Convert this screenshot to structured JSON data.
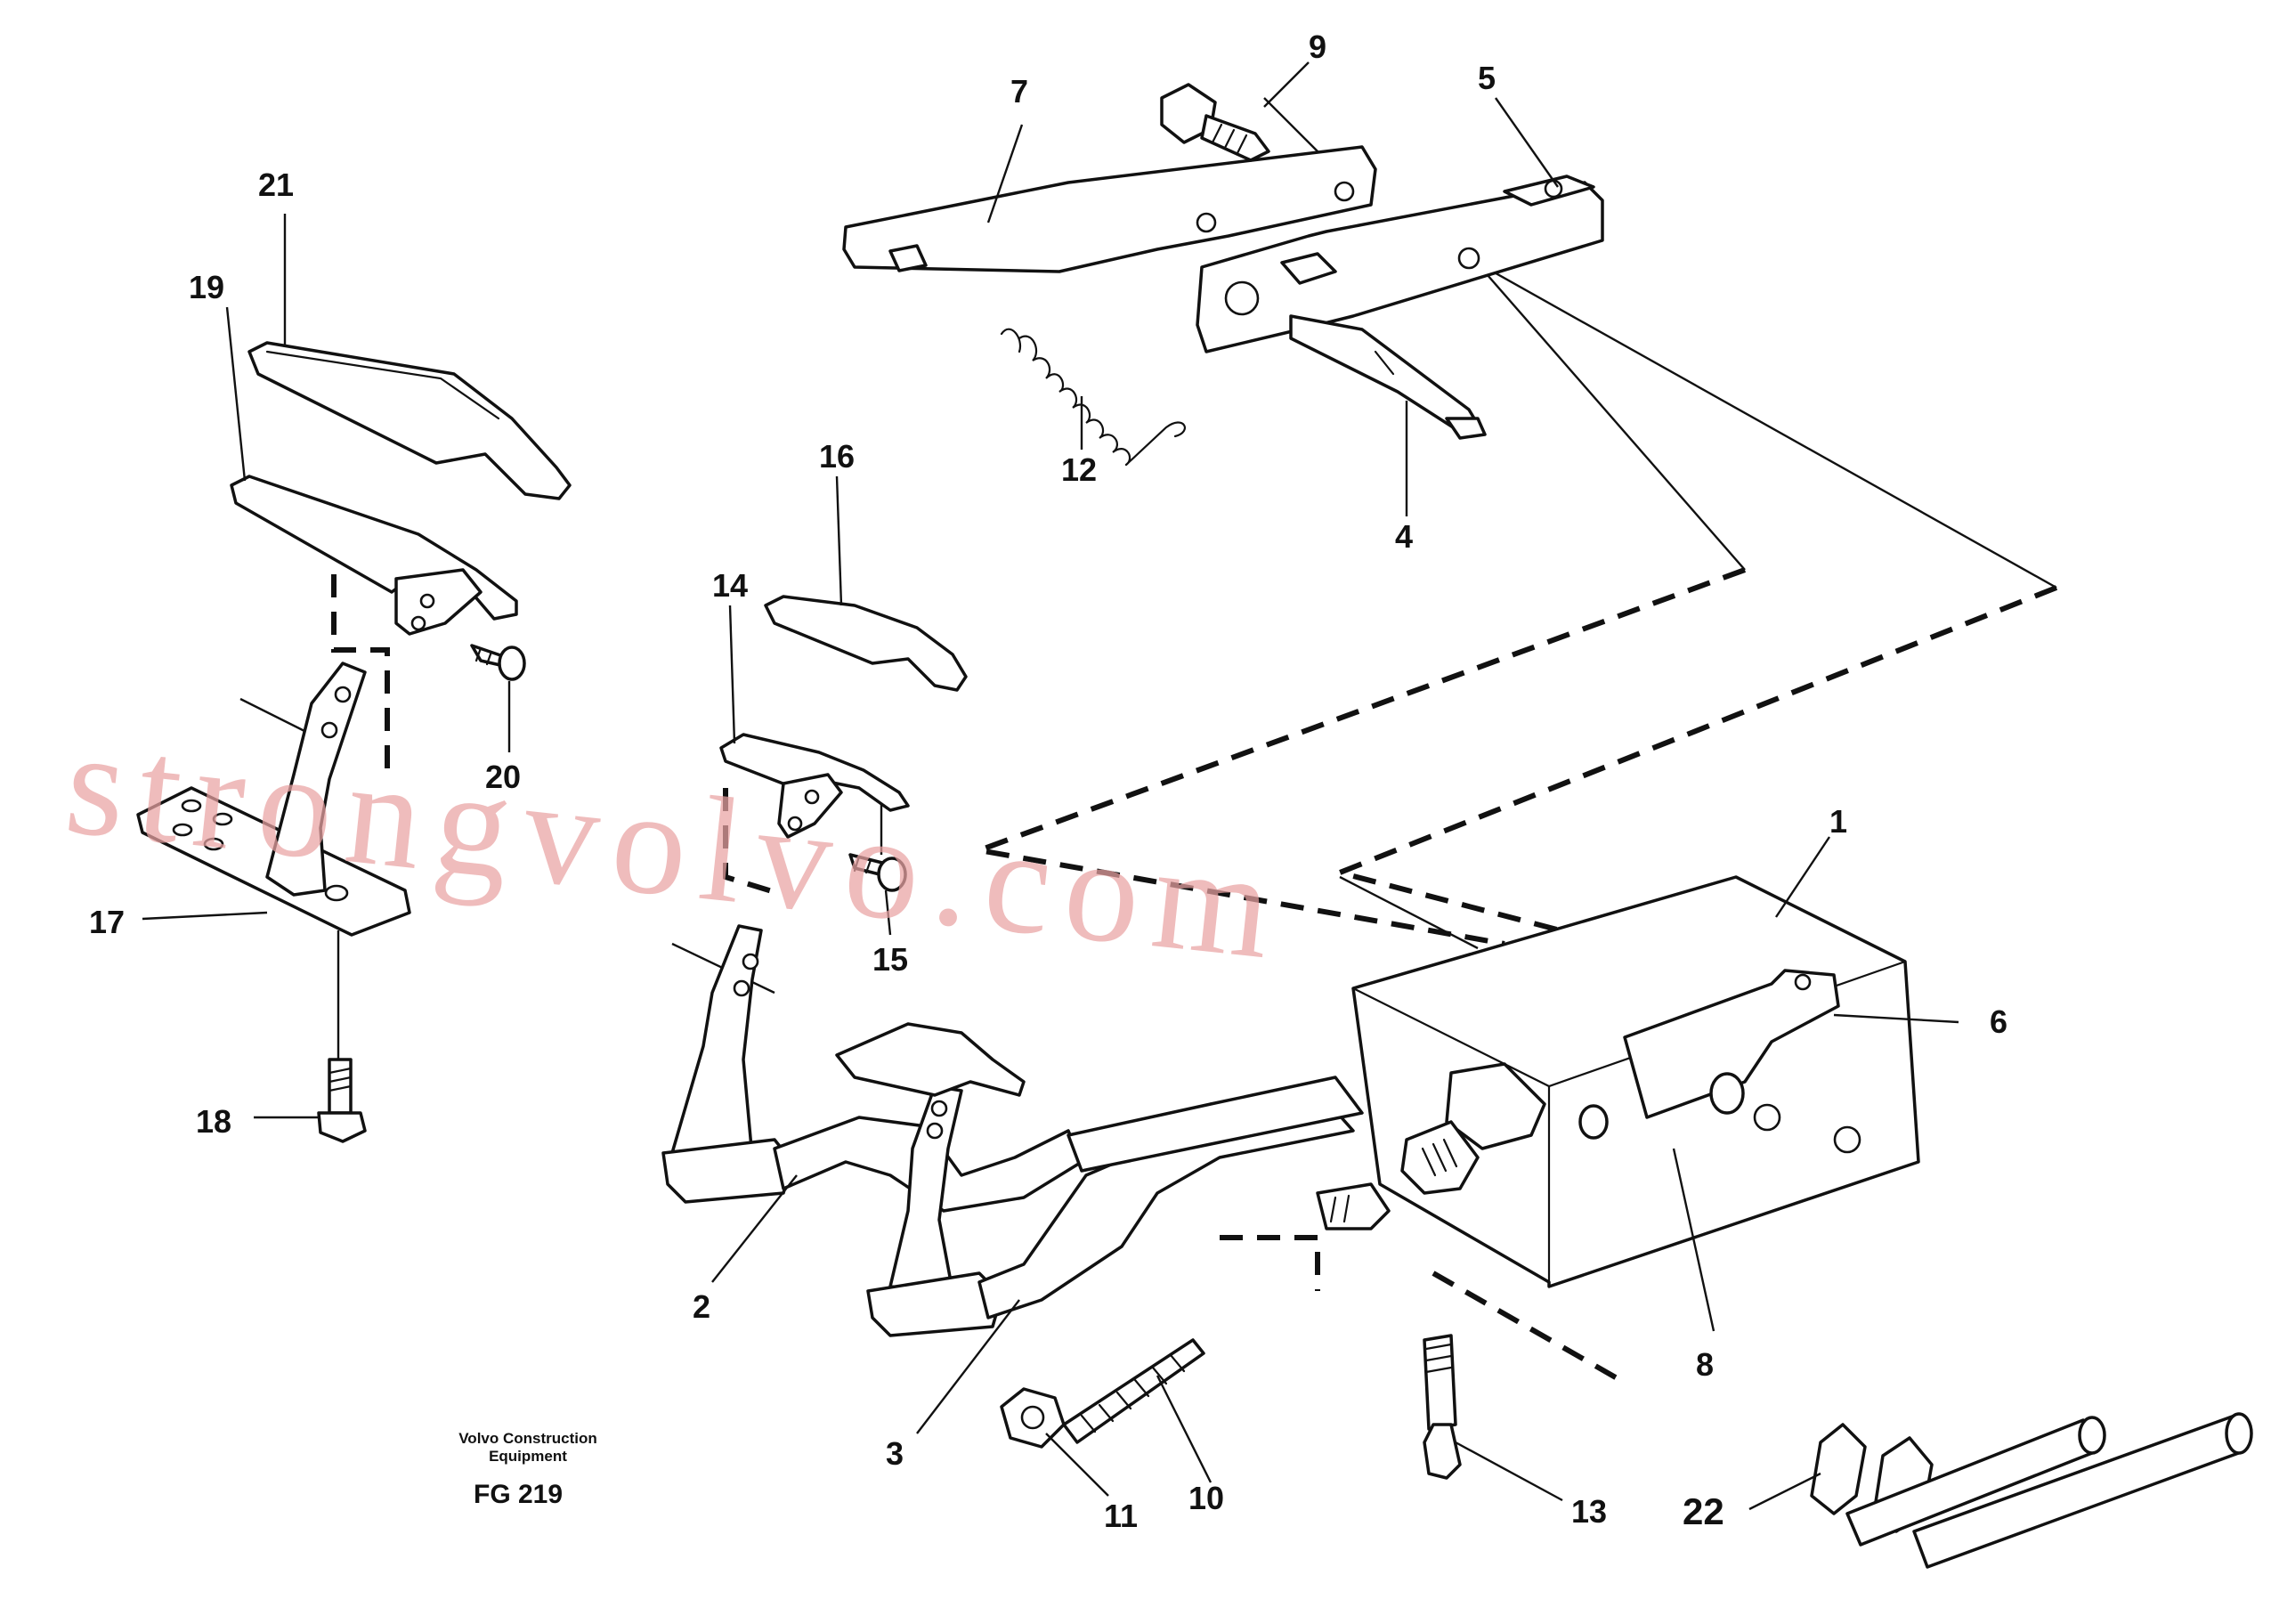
{
  "callouts": {
    "c1": "1",
    "c2": "2",
    "c3": "3",
    "c4": "4",
    "c5": "5",
    "c6": "6",
    "c7": "7",
    "c8": "8",
    "c9": "9",
    "c10": "10",
    "c11": "11",
    "c12": "12",
    "c13": "13",
    "c14": "14",
    "c15": "15",
    "c16": "16",
    "c17": "17",
    "c18": "18",
    "c19": "19",
    "c20": "20",
    "c21": "21",
    "c22": "22"
  },
  "footer": {
    "brand_line1": "Volvo Construction",
    "brand_line2": "Equipment",
    "figure_id": "FG 219"
  },
  "watermark": "strongvolvo.com"
}
